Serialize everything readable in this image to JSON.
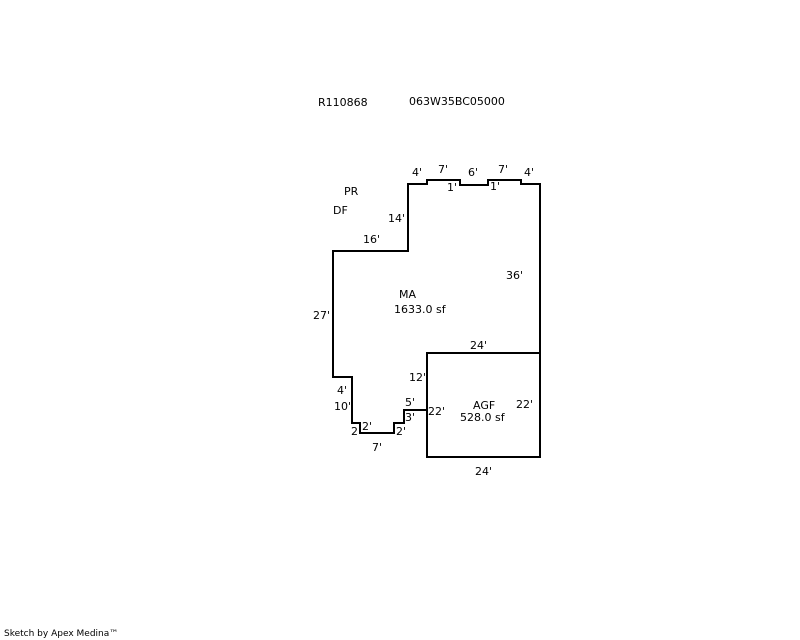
{
  "header": {
    "parcel_id": "R110868",
    "map_tax_lot": "063W35BC05000"
  },
  "codes": [
    "PR",
    "DF"
  ],
  "areas": [
    {
      "code": "MA",
      "area": "1633.0 sf"
    },
    {
      "code": "AGF",
      "area": "528.0 sf"
    }
  ],
  "dimensions": {
    "top_4a": "4'",
    "top_7a": "7'",
    "top_1a": "1'",
    "top_6": "6'",
    "top_7b": "7'",
    "top_1b": "1'",
    "top_4b": "4'",
    "left_14": "14'",
    "left_16": "16'",
    "right_36": "36'",
    "left_27": "27'",
    "left_4": "4'",
    "left_10": "10'",
    "bot_2a": "2'",
    "bot_2b": "2'",
    "bot_7": "7'",
    "bot_2c": "2'",
    "step_3": "3'",
    "step_5": "5'",
    "agf_12": "12'",
    "agf_top_24": "24'",
    "agf_left_22": "22'",
    "agf_right_22": "22'",
    "agf_bot_24": "24'"
  },
  "footer": {
    "credit": "Sketch by Apex Medina™"
  }
}
